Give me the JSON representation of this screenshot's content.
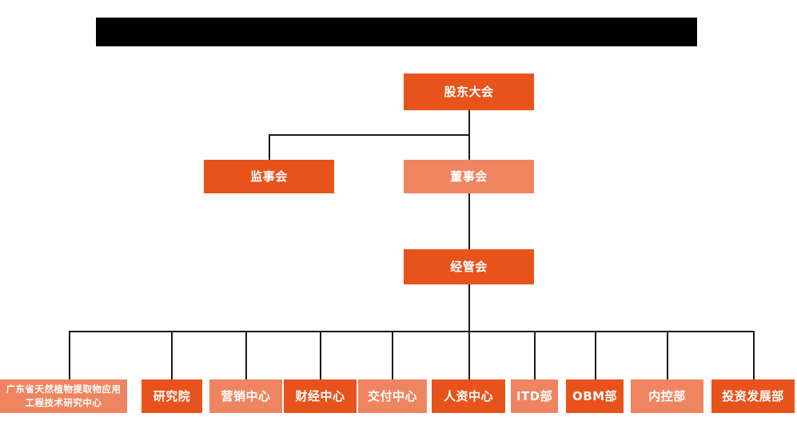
{
  "diagram": {
    "type": "org-chart",
    "title_bar": {
      "label": "",
      "state": "redacted",
      "color": "#000000"
    },
    "colors": {
      "primary_dark_orange": "#E8531C",
      "secondary_light_orange": "#EE8560",
      "connector_line": "#1a1a1a",
      "node_text": "#FFFFFF",
      "background": "#FFFFFF"
    },
    "levels": [
      {
        "level": 1,
        "nodes": [
          {
            "id": "shareholders",
            "label": "股东大会",
            "color": "dark"
          }
        ]
      },
      {
        "level": 2,
        "nodes": [
          {
            "id": "supervisors",
            "label": "监事会",
            "color": "dark"
          },
          {
            "id": "directors",
            "label": "董事会",
            "color": "light"
          }
        ]
      },
      {
        "level": 3,
        "nodes": [
          {
            "id": "management",
            "label": "经管会",
            "color": "dark"
          }
        ]
      },
      {
        "level": 4,
        "nodes": [
          {
            "id": "gd-center",
            "label": "广东省天然植物提取物应用工程技术研究中心",
            "color": "light",
            "multiline": true
          },
          {
            "id": "research-institute",
            "label": "研究院",
            "color": "dark"
          },
          {
            "id": "marketing-center",
            "label": "营销中心",
            "color": "light"
          },
          {
            "id": "finance-center",
            "label": "财经中心",
            "color": "dark"
          },
          {
            "id": "delivery-center",
            "label": "交付中心",
            "color": "light"
          },
          {
            "id": "hr-center",
            "label": "人资中心",
            "color": "dark"
          },
          {
            "id": "itd-dept",
            "label": "ITD部",
            "color": "light"
          },
          {
            "id": "obm-dept",
            "label": "OBM部",
            "color": "dark"
          },
          {
            "id": "internal-control-dept",
            "label": "内控部",
            "color": "light"
          },
          {
            "id": "investment-development-dept",
            "label": "投资发展部",
            "color": "dark"
          }
        ]
      }
    ],
    "edges": [
      {
        "from": "shareholders",
        "to": "supervisors"
      },
      {
        "from": "shareholders",
        "to": "directors"
      },
      {
        "from": "directors",
        "to": "management"
      },
      {
        "from": "management",
        "to": "gd-center"
      },
      {
        "from": "management",
        "to": "research-institute"
      },
      {
        "from": "management",
        "to": "marketing-center"
      },
      {
        "from": "management",
        "to": "finance-center"
      },
      {
        "from": "management",
        "to": "delivery-center"
      },
      {
        "from": "management",
        "to": "hr-center"
      },
      {
        "from": "management",
        "to": "itd-dept"
      },
      {
        "from": "management",
        "to": "obm-dept"
      },
      {
        "from": "management",
        "to": "internal-control-dept"
      },
      {
        "from": "management",
        "to": "investment-development-dept"
      }
    ]
  }
}
